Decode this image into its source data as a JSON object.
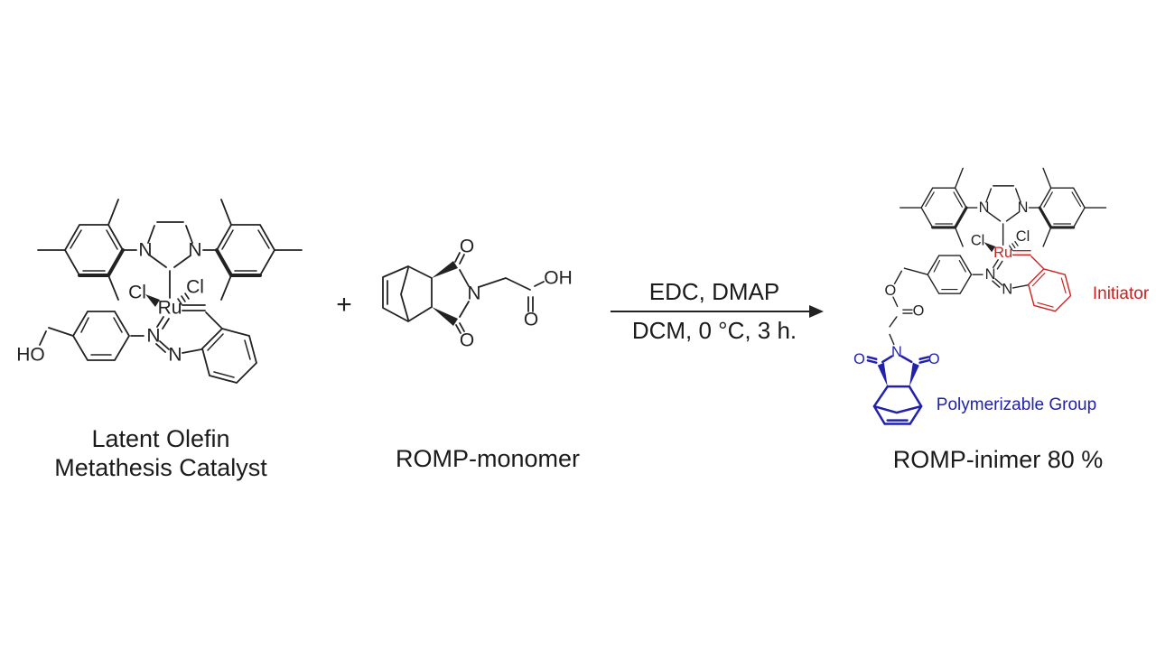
{
  "scheme": {
    "plus_sign": "+",
    "arrow": {
      "reagents": "EDC, DMAP",
      "conditions": "DCM, 0 °C, 3 h."
    },
    "captions": {
      "reactant1_line1": "Latent Olefin",
      "reactant1_line2": "Metathesis Catalyst",
      "reactant2": "ROMP-monomer",
      "product": "ROMP-inimer 80 %"
    },
    "annotations": {
      "initiator": "Initiator",
      "polymerizable": "Polymerizable Group"
    },
    "atoms": {
      "ru": "Ru",
      "cl": "Cl",
      "n": "N",
      "o": "O",
      "oh": "OH",
      "ho": "HO"
    },
    "colors": {
      "structure": "#222222",
      "initiator_red": "#cc2020",
      "polymerizable_blue": "#2121aa"
    }
  }
}
